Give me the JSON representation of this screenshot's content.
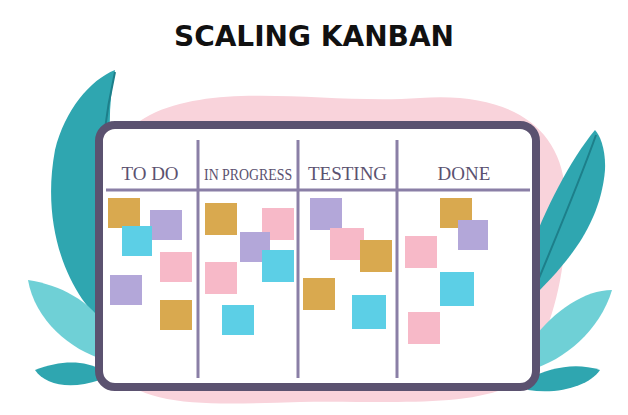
{
  "diagram": {
    "title": "SCALING KANBAN",
    "nodes": [
      {
        "text": [
          "TO DO"
        ]
      },
      {
        "text": [
          "IN PROGRESS"
        ]
      },
      {
        "text": [
          "TESTING"
        ]
      },
      {
        "text": [
          "DONE"
        ]
      }
    ]
  }
}
